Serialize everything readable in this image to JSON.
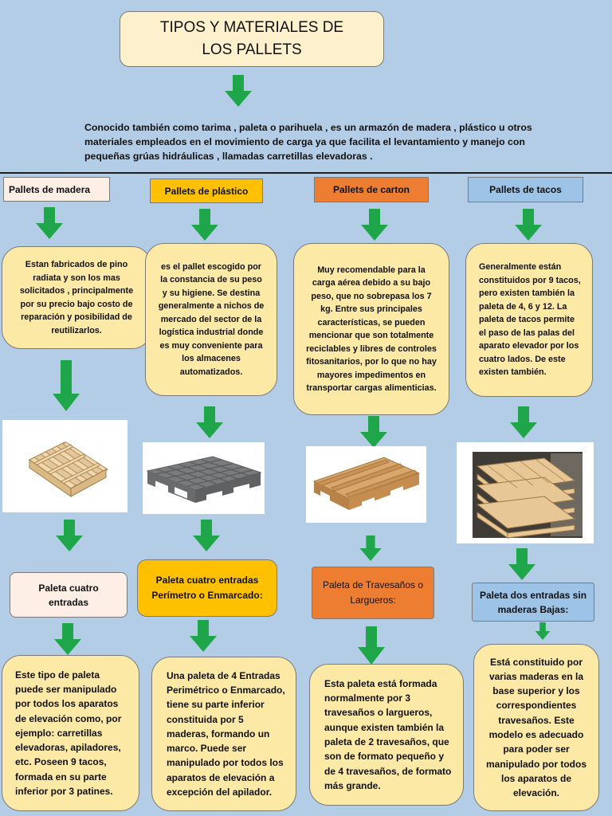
{
  "title": "TIPOS Y MATERIALES DE LOS PALLETS",
  "intro": "Conocido también como tarima , paleta o parihuela , es un armazón de madera , plástico u otros materiales empleados en el movimiento de carga ya que facilita el levantamiento y manejo con pequeñas grúas hidráulicas , llamadas carretillas elevadoras .",
  "colors": {
    "background": "#b4cde6",
    "arrow": "#1fa64a",
    "madera_label": "#fdeee6",
    "plastico_label": "#ffc000",
    "carton_label": "#ed7d31",
    "tacos_label": "#9dc3e6",
    "description_bubble": "#fde9a6"
  },
  "columns": [
    {
      "label": "Pallets de madera",
      "description": "Estan fabricados de pino radiata y son los mas solicitados , principalmente por su precio bajo costo de reparación y posibilidad de reutilizarlos.",
      "photo_icon": "wooden-pallet-photo",
      "type_label": "Paleta cuatro entradas",
      "type_description": "Este tipo de paleta puede ser manipulado por todos los aparatos de elevación como, por ejemplo: carretillas elevadoras, apiladores, etc. Poseen 9 tacos, formada en su parte inferior por 3 patines."
    },
    {
      "label": "Pallets de plástico",
      "description": "es el pallet escogido por la constancia de su peso y su higiene. Se destina generalmente a nichos de mercado del sector de la logística industrial donde es muy conveniente para los almacenes automatizados.",
      "photo_icon": "plastic-pallet-photo",
      "type_label": "Paleta cuatro entradas Perímetro o Enmarcado:",
      "type_description": "Una paleta de 4 Entradas Perimétrico o Enmarcado, tiene su parte inferior constituida por 5 maderas, formando un marco. Puede ser manipulado por todos los aparatos de elevación a excepción del apilador."
    },
    {
      "label": "Pallets de carton",
      "description": "Muy recomendable para la carga aérea debido a su bajo peso, que no sobrepasa los 7 kg. Entre sus principales características, se pueden mencionar que son totalmente reciclables y libres de controles fitosanitarios, por lo que no hay mayores impedimentos en transportar cargas alimenticias.",
      "photo_icon": "cardboard-pallet-photo",
      "type_label": "Paleta de Travesaños o Largueros:",
      "type_description": "Esta paleta está formada normalmente por 3 travesaños o largueros, aunque existen también la paleta de 2 travesaños, que son de formato pequeño y de 4 travesaños, de formato más grande."
    },
    {
      "label": "Pallets de tacos",
      "description": "Generalmente están constituidos por 9 tacos, pero existen también la paleta de 4, 6 y 12. La paleta de tacos permite el paso de las palas del aparato elevador por los cuatro lados. De este existen también.",
      "photo_icon": "stacked-pallets-photo",
      "type_label": "Paleta dos entradas sin maderas Bajas:",
      "type_description": "Está constituido por varias maderas en la base superior y los correspondientes travesaños. Este modelo es adecuado para poder ser manipulado por todos los aparatos de elevación."
    }
  ]
}
